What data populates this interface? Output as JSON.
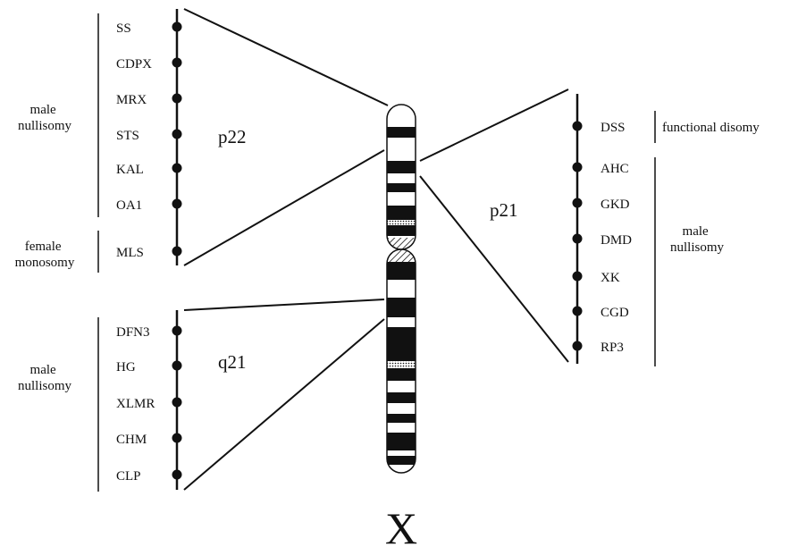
{
  "chromosome": {
    "label": "X",
    "colors": {
      "ink": "#111111",
      "paper": "#ffffff"
    }
  },
  "regions": [
    {
      "label": "p22",
      "side": "left",
      "genes": [
        "SS",
        "CDPX",
        "MRX",
        "STS",
        "KAL",
        "OA1",
        "MLS"
      ],
      "groups": [
        {
          "lines": [
            "male",
            "nullisomy"
          ],
          "gene_range": [
            0,
            5
          ]
        },
        {
          "lines": [
            "female",
            "monosomy"
          ],
          "gene_range": [
            6,
            6
          ]
        }
      ]
    },
    {
      "label": "q21",
      "side": "left",
      "genes": [
        "DFN3",
        "HG",
        "XLMR",
        "CHM",
        "CLP"
      ],
      "groups": [
        {
          "lines": [
            "male",
            "nullisomy"
          ],
          "gene_range": [
            0,
            4
          ]
        }
      ]
    },
    {
      "label": "p21",
      "side": "right",
      "genes": [
        "DSS",
        "AHC",
        "GKD",
        "DMD",
        "XK",
        "CGD",
        "RP3"
      ],
      "groups": [
        {
          "lines": [
            "functional disomy"
          ],
          "gene_range": [
            0,
            0
          ]
        },
        {
          "lines": [
            "male",
            "nullisomy"
          ],
          "gene_range": [
            1,
            6
          ]
        }
      ]
    }
  ]
}
